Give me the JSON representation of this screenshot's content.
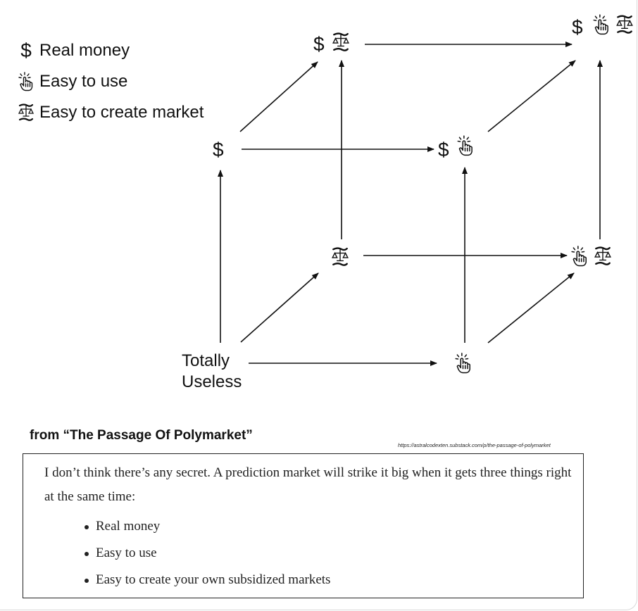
{
  "legend": {
    "items": [
      {
        "icon": "dollar-icon",
        "label": "Real money"
      },
      {
        "icon": "pointing-hand-icon",
        "label": "Easy to use"
      },
      {
        "icon": "scales-icon",
        "label": "Easy to create market"
      }
    ]
  },
  "cube": {
    "dollar_glyph": "$",
    "origin_label_line1": "Totally",
    "origin_label_line2": "Useless"
  },
  "source": {
    "title": "from “The Passage Of Polymarket”",
    "url": "https://astralcodexten.substack.com/p/the-passage-of-polymarket"
  },
  "quote": {
    "text": "I don’t think there’s any secret. A prediction market will strike it big when it gets three things right at the same time:",
    "bullets": [
      "Real money",
      "Easy to use",
      "Easy to create your own subsidized markets"
    ]
  },
  "colors": {
    "ink": "#111111",
    "border": "#222222"
  }
}
